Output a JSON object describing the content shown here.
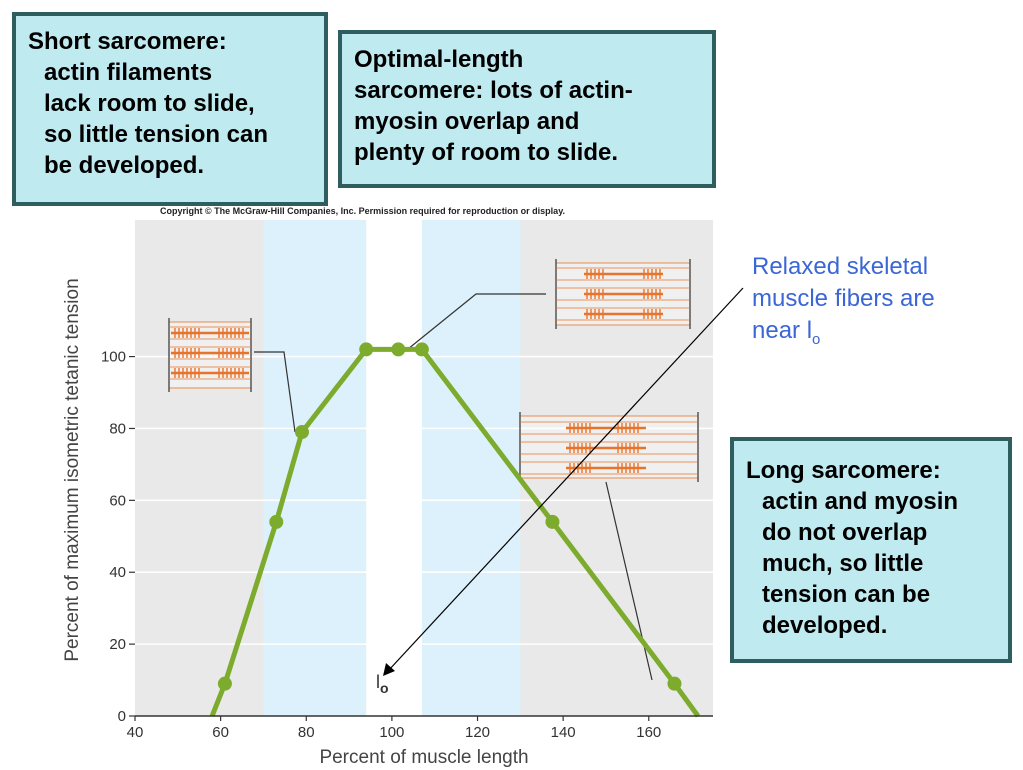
{
  "callouts": {
    "short": [
      "Short sarcomere:",
      "actin filaments",
      "lack room to slide,",
      "so little tension can",
      "be developed."
    ],
    "optimal": [
      "Optimal-length",
      "sarcomere: lots of actin-",
      "myosin overlap and",
      "plenty of room to slide."
    ],
    "long": [
      "Long sarcomere:",
      "actin and myosin",
      "do not overlap",
      "much, so little",
      "tension can be",
      "developed."
    ]
  },
  "copyright": "Copyright © The McGraw-Hill Companies, Inc. Permission required for reproduction or display.",
  "annotation": {
    "lines": [
      "Relaxed skeletal",
      "muscle fibers are",
      "near l"
    ],
    "subscript": "o"
  },
  "lo_label": {
    "base": "l",
    "sub": "o"
  },
  "colors": {
    "line": "#7cab2e",
    "plot_bg": "#e9e9e9",
    "band": "#dcf1fb",
    "sarcomere": "#e8732a",
    "callout_bg": "#bfeaf0",
    "callout_border": "#2e5e5e",
    "annotation": "#3b66d6"
  },
  "chart_data": {
    "type": "line",
    "xlabel": "Percent of muscle length",
    "ylabel": "Percent of maximum isometric tetanic tension",
    "xlim": [
      40,
      175
    ],
    "ylim": [
      0,
      138
    ],
    "xticks": [
      40,
      60,
      80,
      100,
      120,
      140,
      160
    ],
    "yticks": [
      0,
      20,
      40,
      60,
      80,
      100
    ],
    "grid": true,
    "shaded_regions": [
      {
        "x": [
          70,
          94
        ],
        "color": "#dcf1fb"
      },
      {
        "x": [
          107,
          130
        ],
        "color": "#dcf1fb"
      },
      {
        "x": [
          94,
          107
        ],
        "color": "#ffffff"
      }
    ],
    "series": [
      {
        "x": [
          58,
          61,
          73,
          79,
          94,
          101.5,
          107,
          137.5,
          166,
          171.5
        ],
        "y": [
          0,
          9,
          54,
          79,
          102,
          102,
          102,
          54,
          9,
          0
        ],
        "markers": [
          false,
          true,
          true,
          true,
          true,
          true,
          true,
          true,
          true,
          false
        ]
      }
    ]
  }
}
